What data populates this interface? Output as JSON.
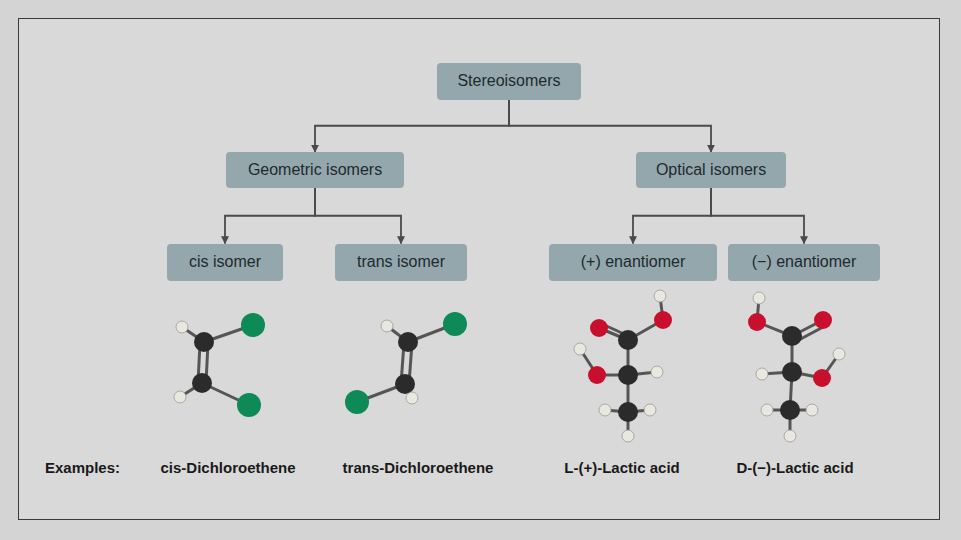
{
  "diagram": {
    "nodes": [
      {
        "text": [
          "Stereoisomers"
        ]
      },
      {
        "text": [
          "Geometric isomers"
        ]
      },
      {
        "text": [
          "Optical isomers"
        ]
      },
      {
        "text": [
          "cis isomer"
        ]
      },
      {
        "text": [
          "trans isomer"
        ]
      },
      {
        "text": [
          "(+) enantiomer"
        ]
      },
      {
        "text": [
          "(−) enantiomer"
        ]
      }
    ],
    "edges": [
      {
        "from": 0,
        "to": 1,
        "arrow": "to"
      },
      {
        "from": 0,
        "to": 2,
        "arrow": "to"
      },
      {
        "from": 1,
        "to": 3,
        "arrow": "to"
      },
      {
        "from": 1,
        "to": 4,
        "arrow": "to"
      },
      {
        "from": 2,
        "to": 5,
        "arrow": "to"
      },
      {
        "from": 2,
        "to": 6,
        "arrow": "to"
      }
    ],
    "labels": [
      "Examples:",
      "cis-Dichloroethene",
      "trans-Dichloroethene",
      "L-(+)-Lactic acid",
      "D-(−)-Lactic acid"
    ]
  }
}
